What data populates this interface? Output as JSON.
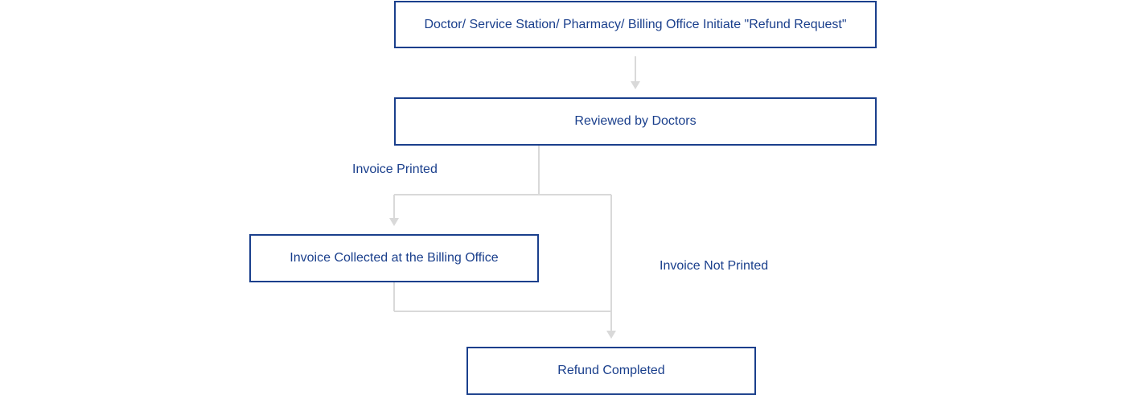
{
  "diagram": {
    "nodes": {
      "request": "Doctor/ Service Station/ Pharmacy/ Billing Office Initiate \"Refund Request\"",
      "review": "Reviewed by Doctors",
      "collect": "Invoice Collected at the Billing Office",
      "complete": "Refund Completed"
    },
    "edge_labels": {
      "printed": "Invoice Printed",
      "not_printed": "Invoice Not Printed"
    },
    "colors": {
      "node_border": "#1a3f8c",
      "text": "#1a3f8c",
      "connector": "#d9d9d9"
    }
  }
}
